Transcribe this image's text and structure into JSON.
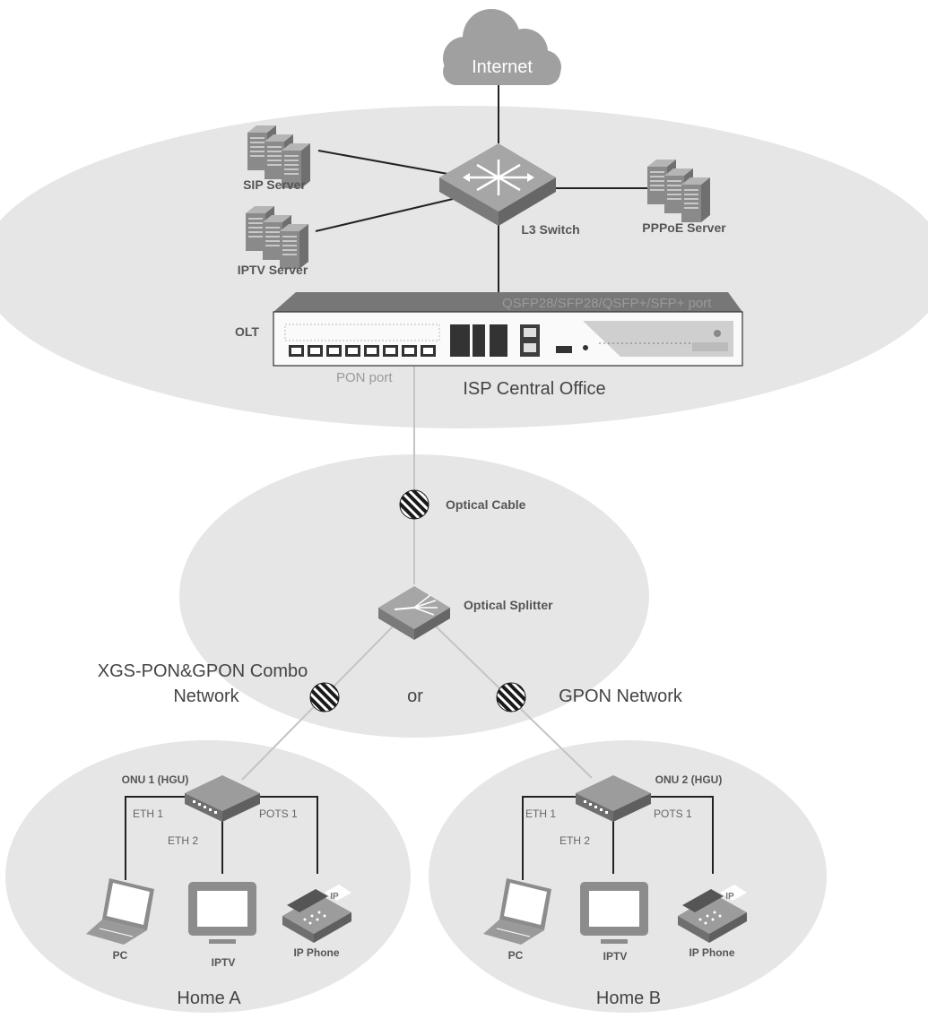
{
  "diagram": {
    "internet": "Internet",
    "l3_switch": "L3 Switch",
    "sip_server": "SIP Server",
    "iptv_server": "IPTV Server",
    "pppoe_server": "PPPoE Server",
    "olt": "OLT",
    "uplink_port": "QSFP28/SFP28/QSFP+/SFP+ port",
    "pon_port": "PON port",
    "central_office": "ISP Central Office",
    "optical_cable": "Optical Cable",
    "optical_splitter": "Optical Splitter",
    "combo_network_line1": "XGS-PON&GPON Combo",
    "combo_network_line2": "Network",
    "or": "or",
    "gpon_network": "GPON Network",
    "home_a": {
      "onu": "ONU 1 (HGU)",
      "eth1": "ETH 1",
      "eth2": "ETH 2",
      "pots1": "POTS 1",
      "pc": "PC",
      "iptv": "IPTV",
      "phone": "IP Phone",
      "phone_badge": "IP",
      "title": "Home A"
    },
    "home_b": {
      "onu": "ONU 2 (HGU)",
      "eth1": "ETH 1",
      "eth2": "ETH 2",
      "pots1": "POTS 1",
      "pc": "PC",
      "iptv": "IPTV",
      "phone": "IP Phone",
      "phone_badge": "IP",
      "title": "Home B"
    }
  },
  "colors": {
    "ellipse_fill": "#e6e6e6",
    "cloud_fill": "#a0a0a0",
    "device_gray": "#8c8c8c",
    "dark_line": "#222222",
    "fiber_line": "#c4c4c4"
  }
}
